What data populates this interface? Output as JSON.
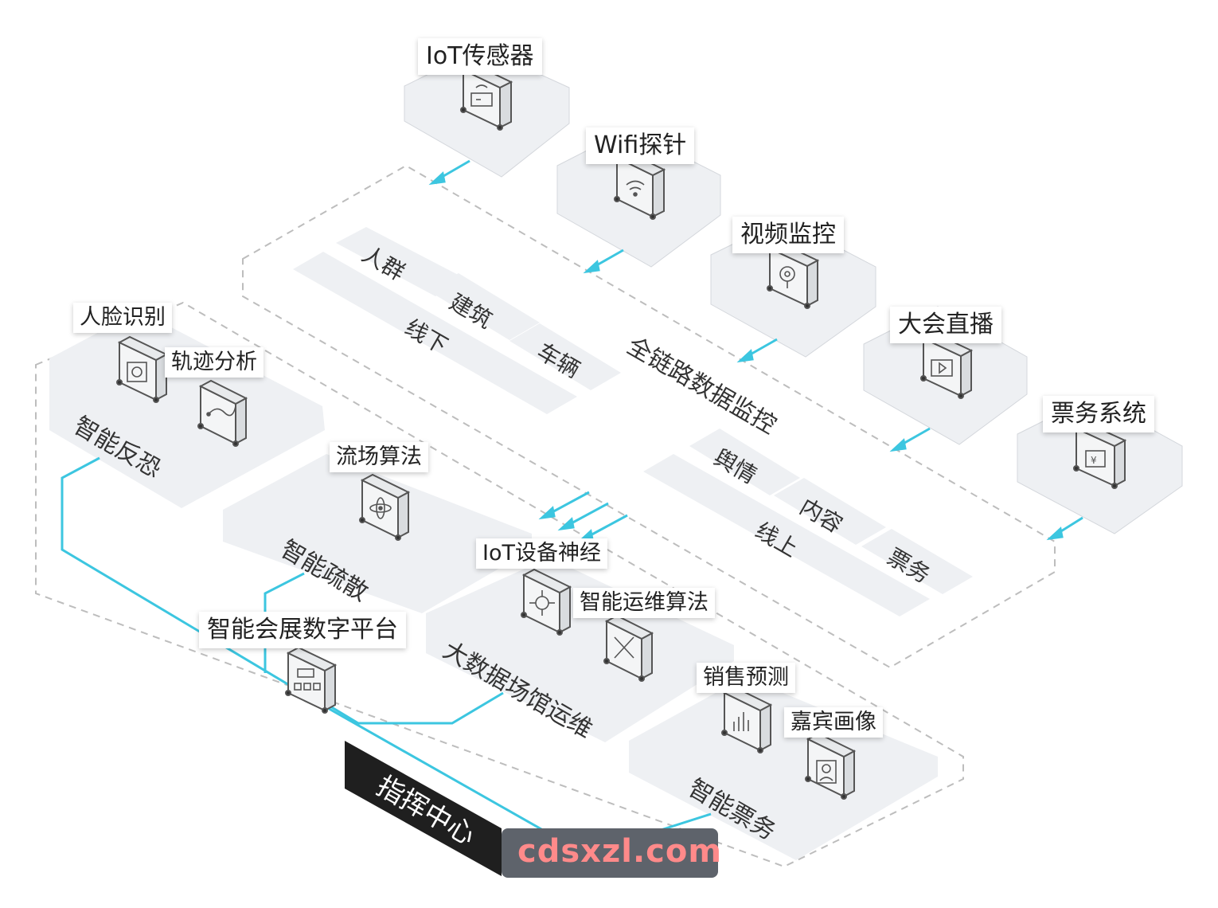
{
  "devices": {
    "iot_sensor": "IoT传感器",
    "wifi_probe": "Wifi探针",
    "video_monitor": "视频监控",
    "live_stream": "大会直播",
    "ticket_system": "票务系统"
  },
  "data_monitor": {
    "title": "全链路数据监控",
    "offline": {
      "title": "线下",
      "items": [
        "人群",
        "建筑",
        "车辆"
      ]
    },
    "online": {
      "title": "线上",
      "items": [
        "舆情",
        "内容",
        "票务"
      ]
    }
  },
  "modules": {
    "anti_terror": {
      "title": "智能反恐",
      "tools": [
        "人脸识别",
        "轨迹分析"
      ]
    },
    "evacuation": {
      "title": "智能疏散",
      "tools": [
        "流场算法"
      ]
    },
    "platform": {
      "title": "智能会展数字平台"
    },
    "bigdata_ops": {
      "title": "大数据场馆运维",
      "tools": [
        "IoT设备神经",
        "智能运维算法"
      ]
    },
    "ticketing": {
      "title": "智能票务",
      "tools": [
        "销售预测",
        "嘉宾画像"
      ]
    }
  },
  "command_center": "指挥中心",
  "watermark": "cdsxzl.com",
  "colors": {
    "accent": "#3cc6e0",
    "panel": "#eef0f3",
    "dark": "#1f1f1f"
  },
  "icons": [
    "router-icon",
    "wifi-icon",
    "camera-icon",
    "tv-play-icon",
    "ticket-icon",
    "face-scan-icon",
    "track-icon",
    "atom-icon",
    "chip-icon",
    "tools-icon",
    "platform-icon",
    "bar-chart-icon",
    "portrait-icon"
  ]
}
